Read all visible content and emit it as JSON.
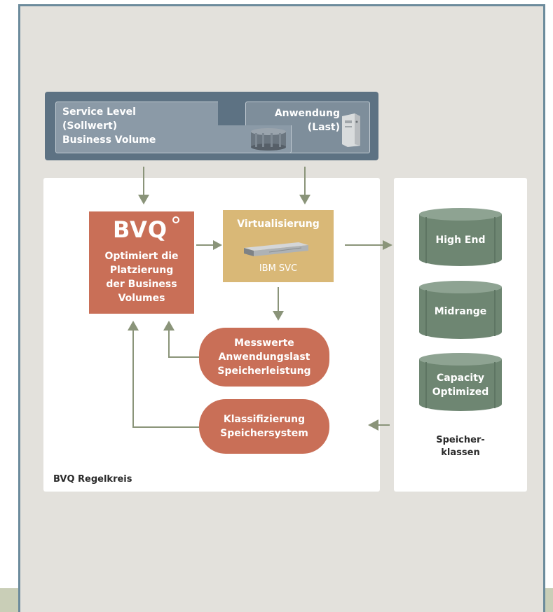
{
  "top_band": {
    "service_level_lines": [
      "Service Level",
      "(Sollwert)",
      "Business Volume"
    ],
    "application_lines": [
      "Anwendung",
      "(Last)"
    ]
  },
  "bvq": {
    "logo_text": "BVQ",
    "description_lines": [
      "Optimiert die",
      "Platzierung",
      "der Business",
      "Volumes"
    ]
  },
  "virtualization": {
    "title": "Virtualisierung",
    "device": "IBM SVC"
  },
  "measurements_lines": [
    "Messwerte",
    "Anwendungslast",
    "Speicherleistung"
  ],
  "classification_lines": [
    "Klassifizierung",
    "Speichersystem"
  ],
  "control_loop_label": "BVQ Regelkreis",
  "storage": {
    "classes": [
      {
        "lines": [
          "High End"
        ]
      },
      {
        "lines": [
          "Midrange"
        ]
      },
      {
        "lines": [
          "Capacity",
          "Optimized"
        ]
      }
    ],
    "label_lines": [
      "Speicher-",
      "klassen"
    ]
  },
  "colors": {
    "frame": "#6c8b9c",
    "band": "#5d7283",
    "bvq_orange": "#c96f57",
    "virtualization_gold": "#d9b877",
    "cylinder_green": "#6e8672",
    "arrow": "#8a9479"
  }
}
